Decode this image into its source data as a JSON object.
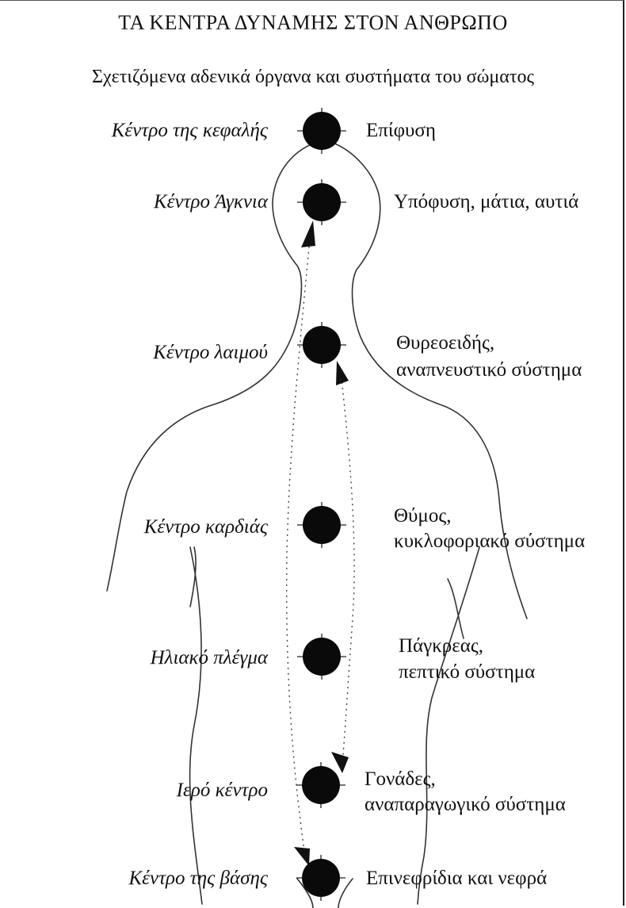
{
  "title": "ΤΑ ΚΕΝΤΡΑ ΔΥΝΑΜΗΣ ΣΤΟΝ ΑΝΘΡΩΠΟ",
  "subtitle": "Σχετιζόμενα αδενικά όργανα και συστήματα του σώματος",
  "centers": [
    {
      "name": "Κέντρο της κεφαλής",
      "organs": [
        "Επίφυση"
      ]
    },
    {
      "name": "Κέντρο Άγκνια",
      "organs": [
        "Υπόφυση, μάτια, αυτιά"
      ]
    },
    {
      "name": "Κέντρο λαιμού",
      "organs": [
        "Θυρεοειδής,",
        "αναπνευστικό σύστημα"
      ]
    },
    {
      "name": "Κέντρο καρδιάς",
      "organs": [
        "Θύμος,",
        "κυκλοφοριακό σύστημα"
      ]
    },
    {
      "name": "Ηλιακό πλέγμα",
      "organs": [
        "Πάγκρεας,",
        "πεπτικό σύστημα"
      ]
    },
    {
      "name": "Ιερό κέντρο",
      "organs": [
        "Γονάδες,",
        "αναπαραγωγικό σύστημα"
      ]
    },
    {
      "name": "Κέντρο της βάσης",
      "organs": [
        "Επινεφρίδια και νεφρά"
      ]
    }
  ],
  "colors": {
    "ink": "#111111",
    "dot": "#0a0a0a",
    "outline": "#333333"
  }
}
